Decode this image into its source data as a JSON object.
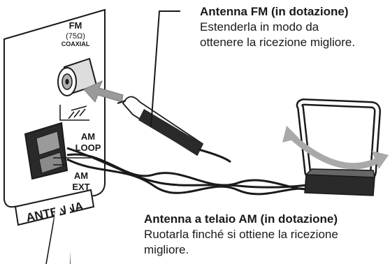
{
  "panel": {
    "fm_label": "FM",
    "fm_impedance": "(75Ω)",
    "fm_type": "COAXIAL",
    "am_loop_label_1": "AM",
    "am_loop_label_2": "LOOP",
    "am_ext_label_1": "AM",
    "am_ext_label_2": "EXT",
    "section_label": "ANTENNA"
  },
  "fm_antenna": {
    "title": "Antenna FM (in dotazione)",
    "line1": "Estenderla in modo da",
    "line2": "ottenere la ricezione migliore."
  },
  "am_antenna": {
    "title": "Antenna a telaio AM (in dotazione)",
    "line1": "Ruotarla finché si ottiene la ricezione",
    "line2": "migliore."
  }
}
